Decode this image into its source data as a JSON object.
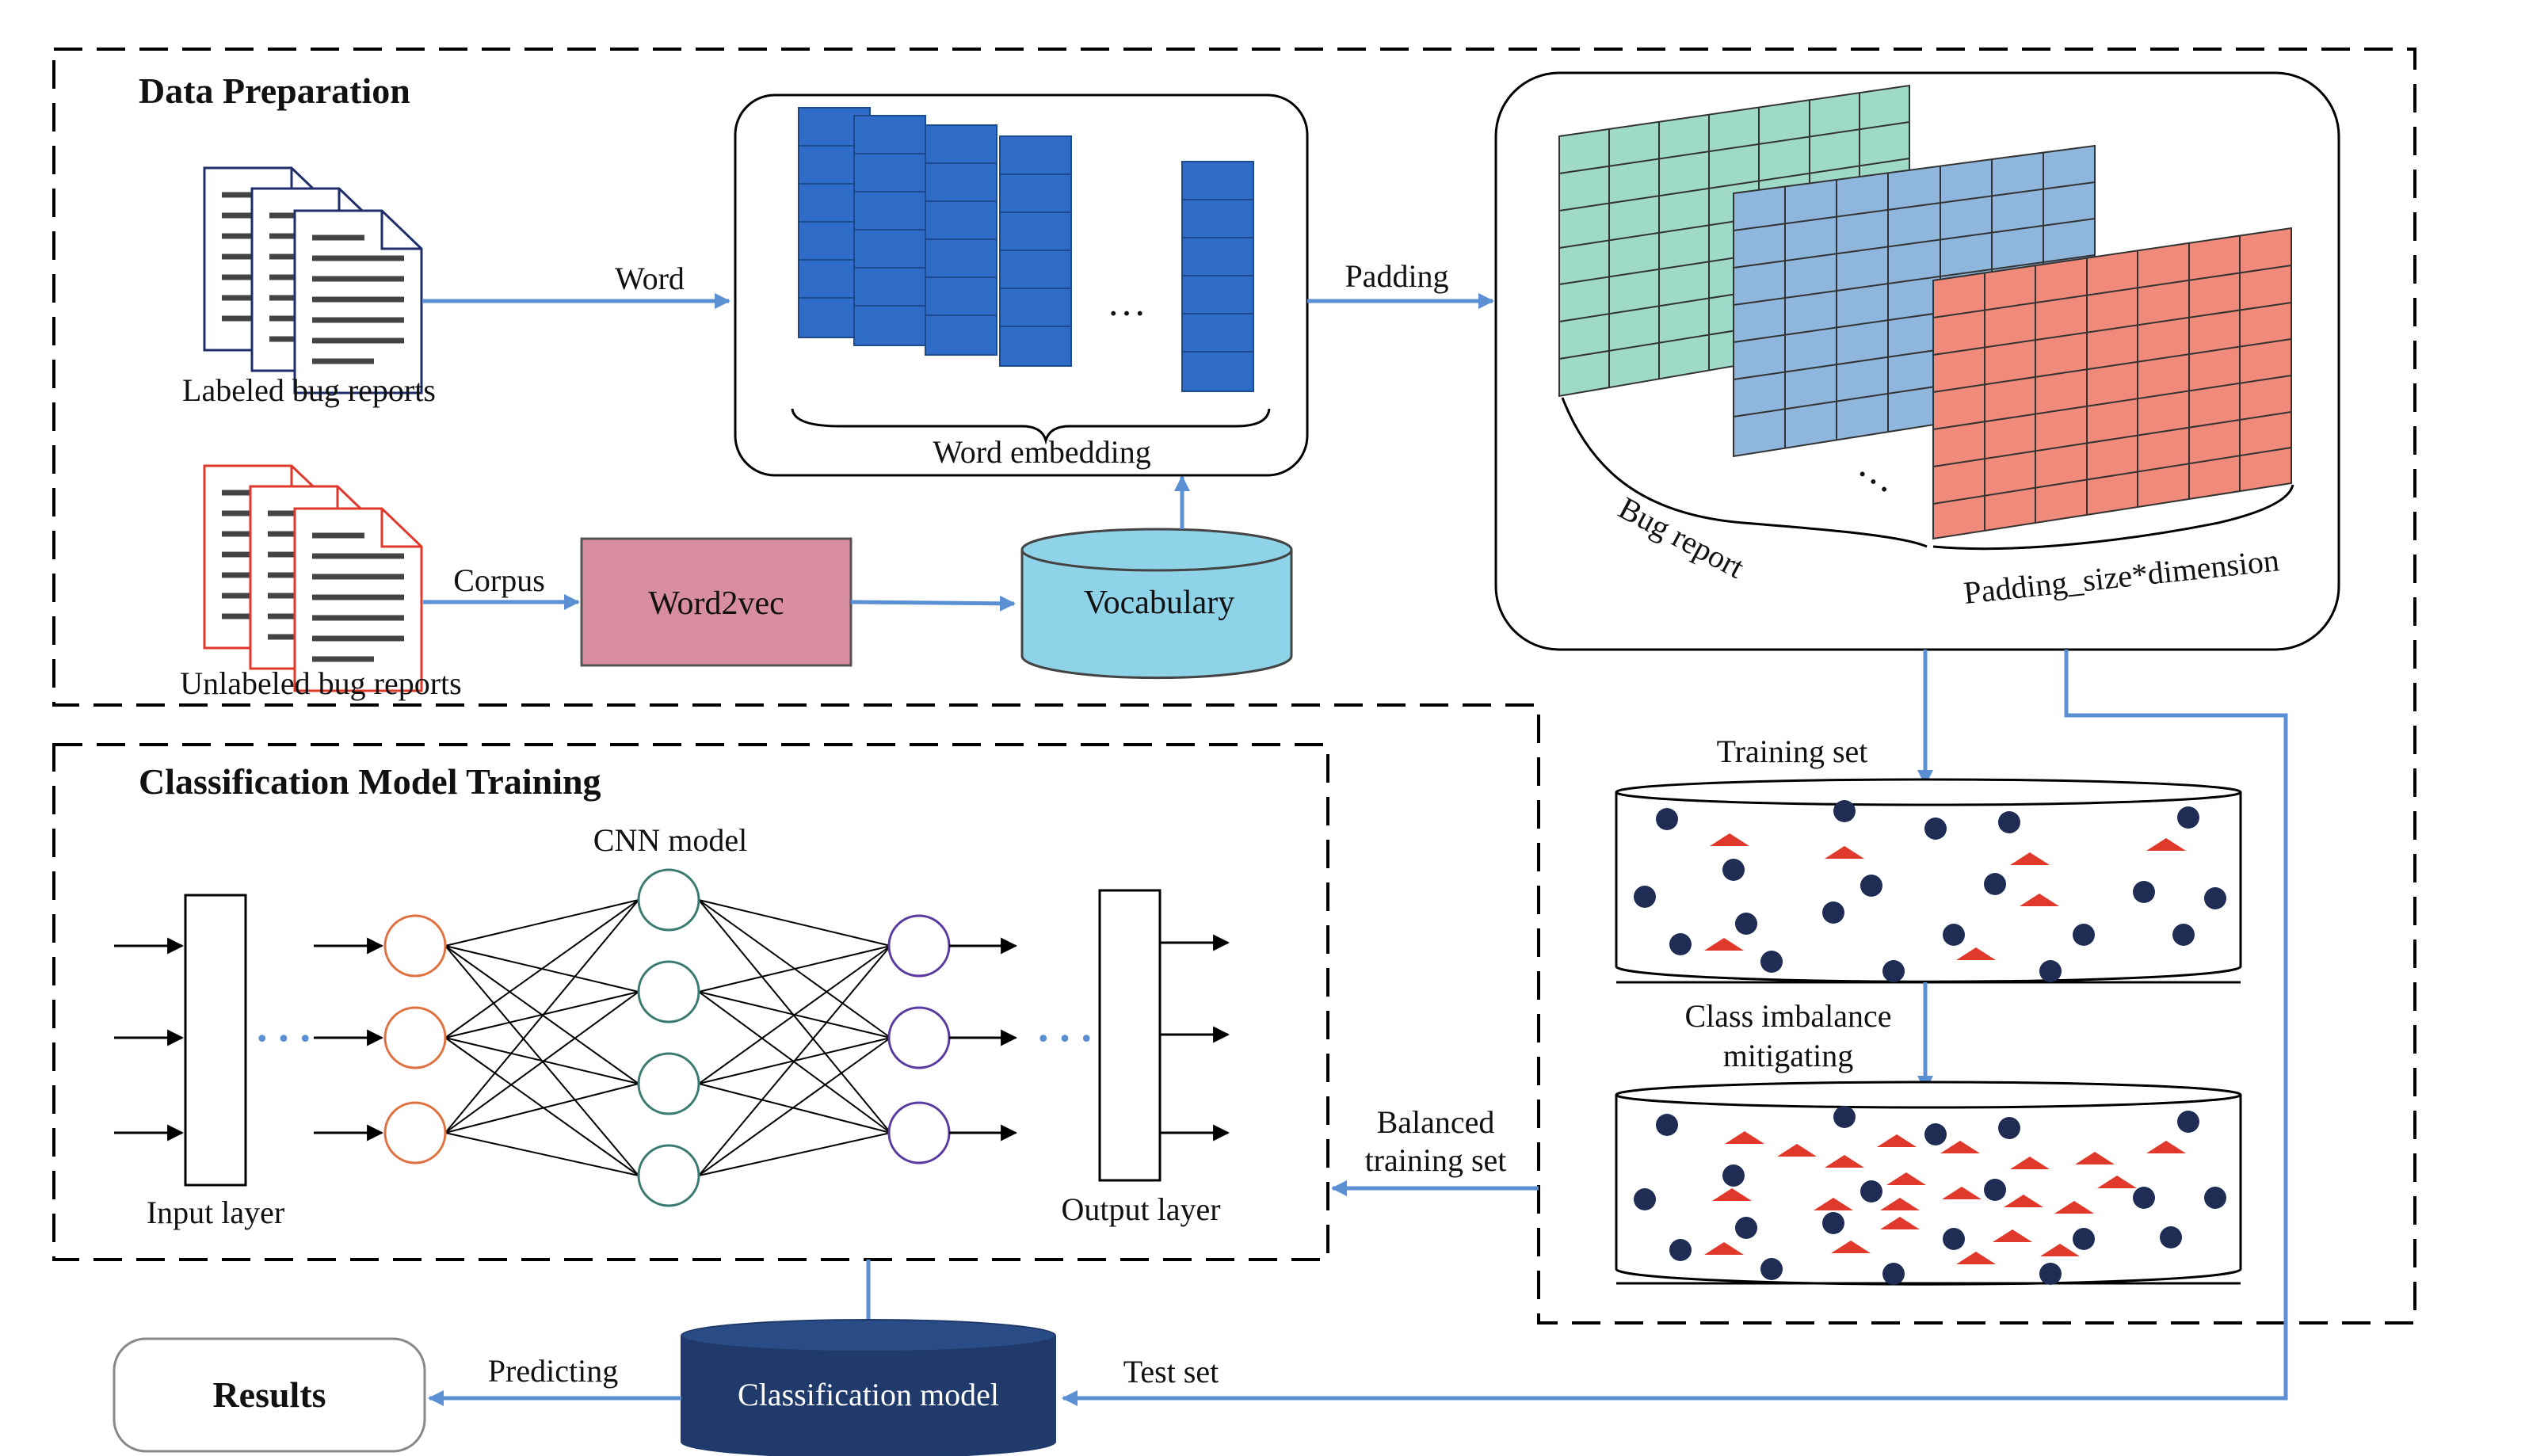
{
  "sections": {
    "data_preparation": "Data Preparation",
    "model_training": "Classification Model Training"
  },
  "labels": {
    "labeled_reports": "Labeled bug reports",
    "unlabeled_reports": "Unlabeled bug reports",
    "word": "Word",
    "corpus": "Corpus",
    "word2vec": "Word2vec",
    "vocabulary": "Vocabulary",
    "word_embedding": "Word embedding",
    "padding": "Padding",
    "bug_report": "Bug report",
    "padding_size": "Padding_size*dimension",
    "training_set": "Training set",
    "class_imbalance_1": "Class imbalance",
    "class_imbalance_2": "mitigating",
    "balanced_1": "Balanced",
    "balanced_2": "training set",
    "cnn_model": "CNN model",
    "input_layer": "Input layer",
    "output_layer": "Output layer",
    "results": "Results",
    "predicting": "Predicting",
    "classification_model": "Classification model",
    "test_set": "Test set",
    "ellipsis": "…",
    "dots": "• • •"
  },
  "colors": {
    "arrow": "#5b8fd4",
    "embedding_blue": "#2e6cc7",
    "matrix_green": "#9fd9c8",
    "matrix_blue": "#8fb6dc",
    "matrix_red": "#f08a7a",
    "word2vec": "#d98da0",
    "vocabulary": "#8fd3e8",
    "classification_model": "#1f3a6b",
    "dot_navy": "#1f2d55",
    "triangle_red": "#e0382a",
    "labeled_doc_border": "#1f2d6b",
    "unlabeled_doc_border": "#e0382a",
    "neuron_orange": "#e07040",
    "neuron_teal": "#3a7a70",
    "neuron_purple": "#5a3aa0"
  }
}
